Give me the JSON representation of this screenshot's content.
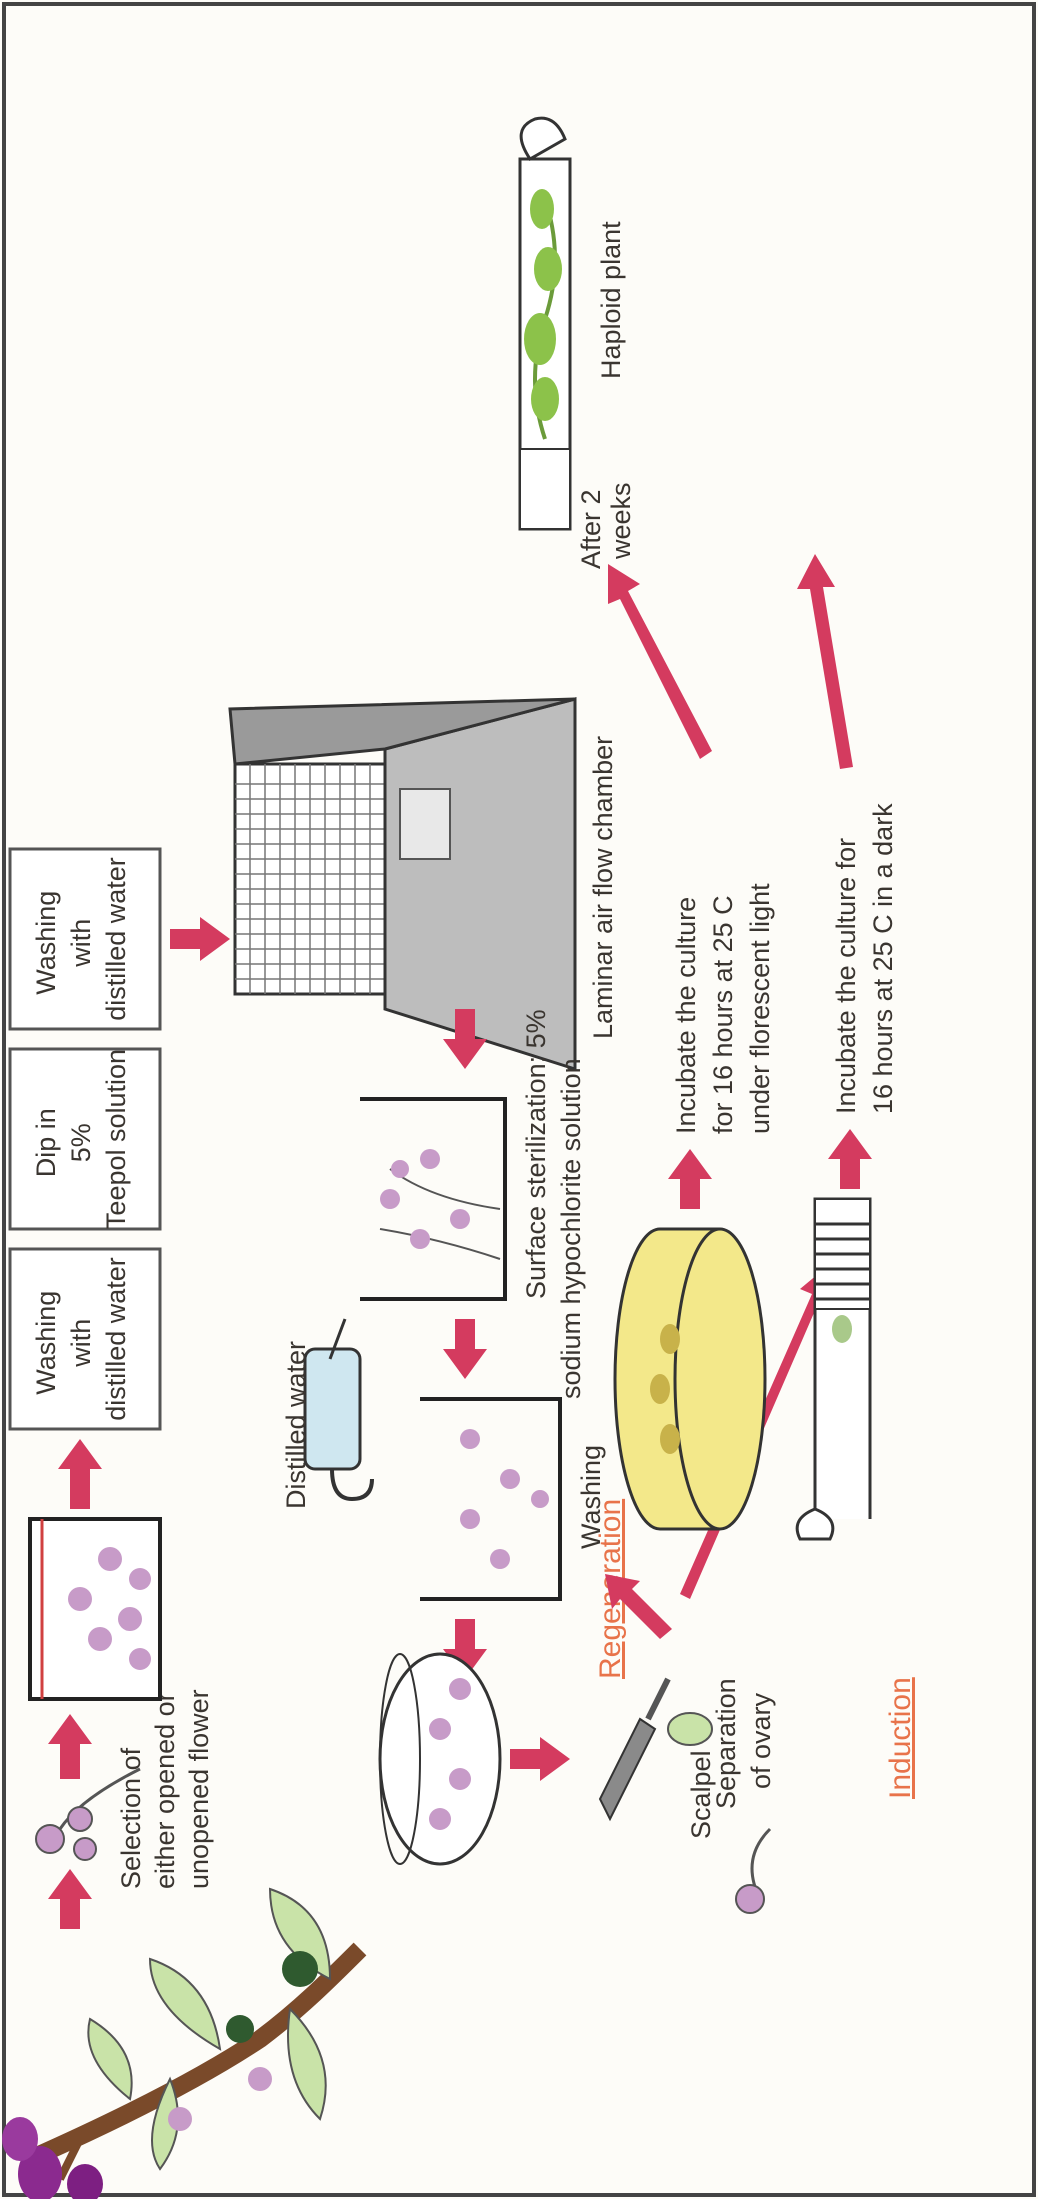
{
  "colors": {
    "background": "#fdfcf8",
    "arrow": "#d43b5f",
    "stage_title": "#e8734a",
    "stem": "#7a4a2a",
    "leaf": "#c9e3a8",
    "flower": "#c79bc8",
    "flower_dark": "#8b2a8f",
    "media_yellow": "#f3e88a",
    "laminar_gray": "#888888",
    "outline": "#333333"
  },
  "steps": {
    "selection": "Selection of either opened or unopened flower",
    "washing_1": "Washing with distilled water",
    "dip": "Dip in 5% Teepol solution",
    "washing_2": "Washing with distilled water",
    "distilled_water": "Distilled water",
    "washing": "Washing",
    "surface_sterilization": "Surface sterilization: 5% sodium hypochlorite solution",
    "laminar": "Laminar air flow chamber",
    "scalpel": "Scalpel",
    "separation": "Separation of ovary",
    "regeneration": "Regeneration",
    "induction": "Induction",
    "incubate_light": "Incubate the culture for 16 hours at 25 C under florescent light",
    "incubate_dark": "Incubate the culture for 16 hours at 25 C in a dark",
    "after_weeks": "After 2 weeks",
    "haploid": "Haploid plant"
  }
}
